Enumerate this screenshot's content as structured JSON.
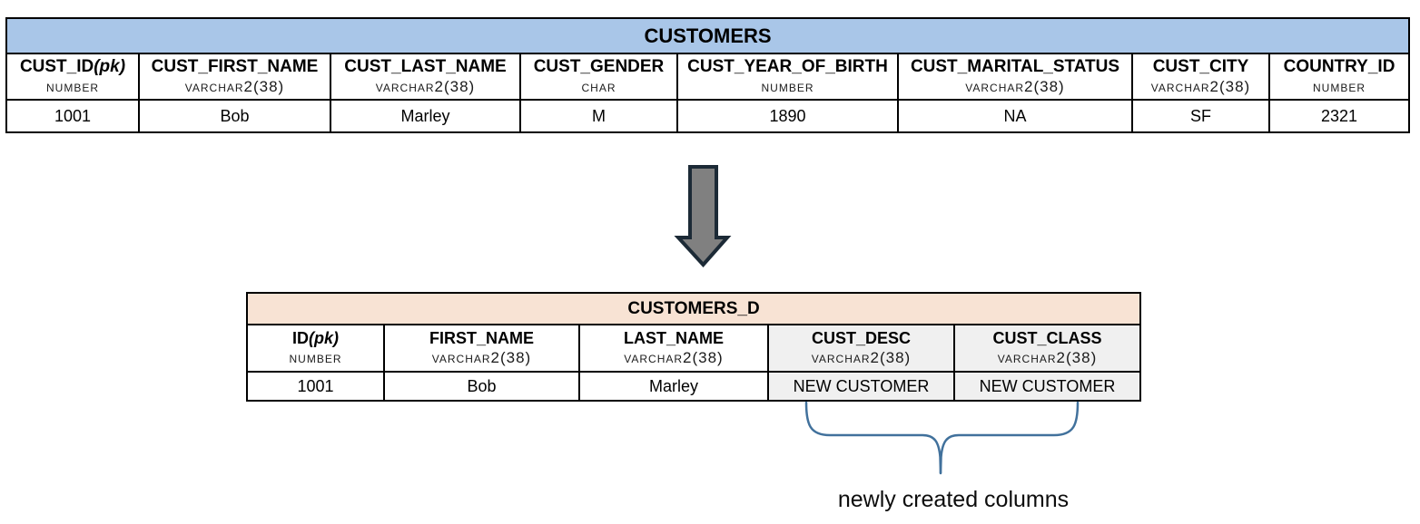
{
  "colors": {
    "customers_header_bg": "#A9C6E8",
    "customers_d_header_bg": "#F8E3D4",
    "new_column_highlight_bg": "#F0F0F0",
    "table_border": "#000000",
    "arrow_fill": "#808080",
    "arrow_outline": "#1C2A36",
    "brace_stroke": "#41719C"
  },
  "icons": {
    "transform_arrow": "down-arrow-icon",
    "brace": "curly-brace-icon"
  },
  "customers": {
    "title": "CUSTOMERS",
    "columns": [
      {
        "name": "CUST_ID",
        "pk": "(pk)",
        "type": "NUMBER"
      },
      {
        "name": "CUST_FIRST_NAME",
        "pk": "",
        "type": "VARCHAR2(38)"
      },
      {
        "name": "CUST_LAST_NAME",
        "pk": "",
        "type": "VARCHAR2(38)"
      },
      {
        "name": "CUST_GENDER",
        "pk": "",
        "type": "CHAR"
      },
      {
        "name": "CUST_YEAR_OF_BIRTH",
        "pk": "",
        "type": "NUMBER"
      },
      {
        "name": "CUST_MARITAL_STATUS",
        "pk": "",
        "type": "VARCHAR2(38)"
      },
      {
        "name": "CUST_CITY",
        "pk": "",
        "type": "VARCHAR2(38)"
      },
      {
        "name": "COUNTRY_ID",
        "pk": "",
        "type": "NUMBER"
      }
    ],
    "row": [
      "1001",
      "Bob",
      "Marley",
      "M",
      "1890",
      "NA",
      "SF",
      "2321"
    ]
  },
  "customers_d": {
    "title": "CUSTOMERS_D",
    "columns": [
      {
        "name": "ID",
        "pk": "(pk)",
        "type": "NUMBER",
        "highlighted": false
      },
      {
        "name": "FIRST_NAME",
        "pk": "",
        "type": "VARCHAR2(38)",
        "highlighted": false
      },
      {
        "name": "LAST_NAME",
        "pk": "",
        "type": "VARCHAR2(38)",
        "highlighted": false
      },
      {
        "name": "CUST_DESC",
        "pk": "",
        "type": "VARCHAR2(38)",
        "highlighted": true
      },
      {
        "name": "CUST_CLASS",
        "pk": "",
        "type": "VARCHAR2(38)",
        "highlighted": true
      }
    ],
    "row": [
      "1001",
      "Bob",
      "Marley",
      "NEW CUSTOMER",
      "NEW CUSTOMER"
    ]
  },
  "annotation": {
    "label": "newly created columns"
  }
}
